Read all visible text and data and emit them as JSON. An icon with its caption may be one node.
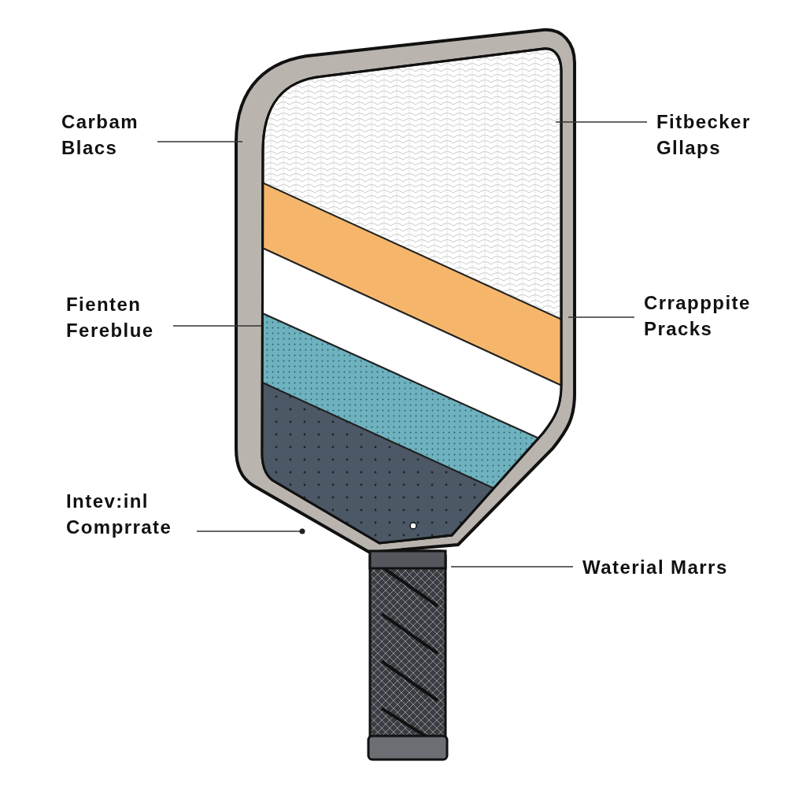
{
  "diagram": {
    "nodes": [
      {
        "text": [
          "Carbam Blacs"
        ]
      },
      {
        "text": [
          "Fitbecker Gllaps"
        ]
      },
      {
        "text": [
          "Fienten Fereblue"
        ]
      },
      {
        "text": [
          "Crrapppite Pracks"
        ]
      },
      {
        "text": [
          "Intev:inl Comprrate"
        ]
      },
      {
        "text": [
          "Waterial Marrs"
        ]
      }
    ],
    "edges": [
      {
        "from": 0,
        "to": null,
        "arrow": "none"
      },
      {
        "from": 1,
        "to": null,
        "arrow": "none"
      },
      {
        "from": 2,
        "to": null,
        "arrow": "none"
      },
      {
        "from": 3,
        "to": null,
        "arrow": "none"
      },
      {
        "from": 4,
        "to": null,
        "arrow": "other"
      },
      {
        "from": 5,
        "to": null,
        "arrow": "none"
      }
    ]
  }
}
